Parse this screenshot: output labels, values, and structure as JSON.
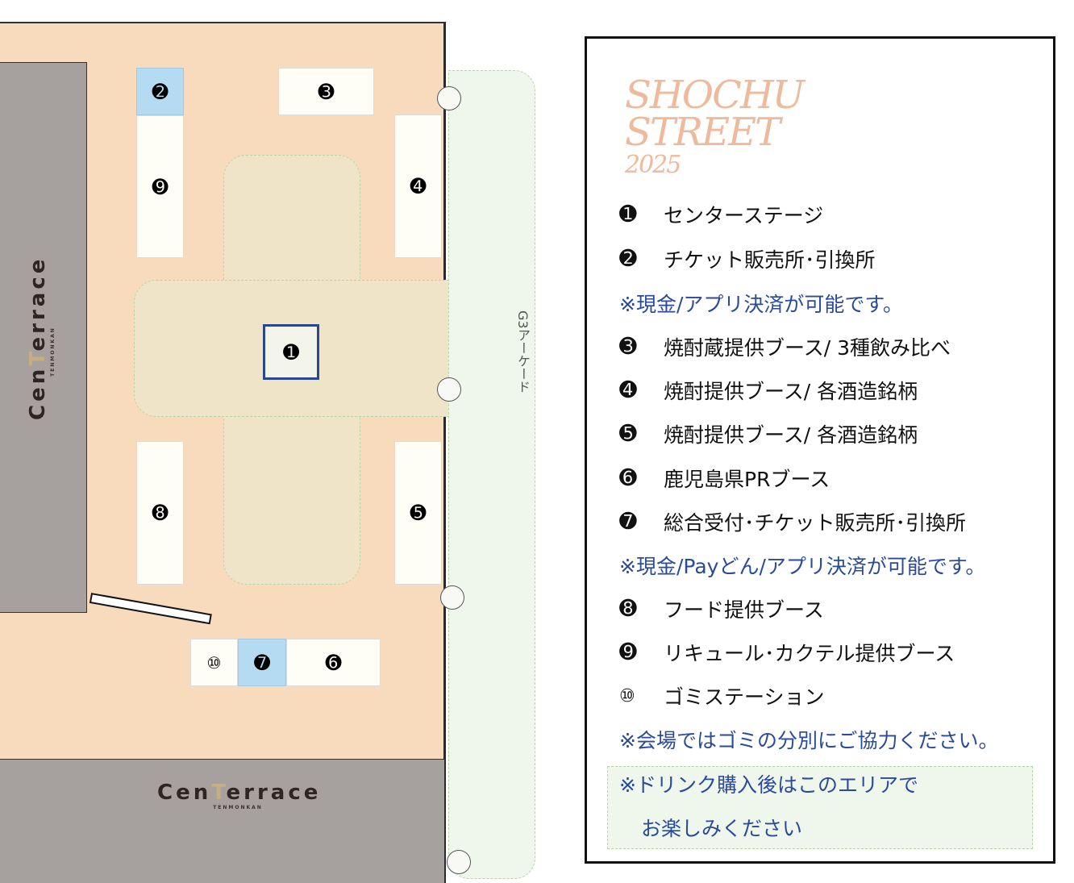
{
  "map": {
    "brand": {
      "name_before": "Cen",
      "name_t": "T",
      "name_after": "errace",
      "sub": "TENMONKAN"
    },
    "arcade_label": "G3アーケード",
    "booths": [
      {
        "id": 1,
        "glyph": "➊",
        "highlight": false
      },
      {
        "id": 2,
        "glyph": "➋",
        "highlight": true
      },
      {
        "id": 3,
        "glyph": "➌",
        "highlight": false
      },
      {
        "id": 4,
        "glyph": "➍",
        "highlight": false
      },
      {
        "id": 5,
        "glyph": "➎",
        "highlight": false
      },
      {
        "id": 6,
        "glyph": "➏",
        "highlight": false
      },
      {
        "id": 7,
        "glyph": "➐",
        "highlight": true
      },
      {
        "id": 8,
        "glyph": "➑",
        "highlight": false
      },
      {
        "id": 9,
        "glyph": "➒",
        "highlight": false
      },
      {
        "id": 10,
        "glyph": "⑩",
        "highlight": false
      }
    ],
    "colors": {
      "venue": "#f8dbbd",
      "building": "#a6a19f",
      "booth": "#fefdf6",
      "booth_highlight": "#b4dbf1",
      "area": "#efe4c8",
      "arcade": "#eff7ec",
      "stage_border": "#2a4892"
    }
  },
  "legend": {
    "title_line1": "SHOCHU",
    "title_line2": "STREET",
    "title_year": "2025",
    "items": [
      {
        "bullet": "➊",
        "label": "センターステージ"
      },
      {
        "bullet": "➋",
        "label": "チケット販売所･引換所"
      },
      {
        "note": "※現金/アプリ決済が可能です。"
      },
      {
        "bullet": "➌",
        "label": "焼酎蔵提供ブース/ 3種飲み比べ"
      },
      {
        "bullet": "➍",
        "label": "焼酎提供ブース/ 各酒造銘柄"
      },
      {
        "bullet": "➎",
        "label": "焼酎提供ブース/ 各酒造銘柄"
      },
      {
        "bullet": "➏",
        "label": "鹿児島県PRブース"
      },
      {
        "bullet": "➐",
        "label": "総合受付･チケット販売所･引換所"
      },
      {
        "note": "※現金/Payどん/アプリ決済が可能です。"
      },
      {
        "bullet": "➑",
        "label": "フード提供ブース"
      },
      {
        "bullet": "➒",
        "label": "リキュール･カクテル提供ブース"
      },
      {
        "bullet": "⑩",
        "label": "ゴミステーション"
      },
      {
        "note": "※会場ではゴミの分別にご協力ください。"
      }
    ],
    "drink_area_note_line1": "※ドリンク購入後はこのエリアで",
    "drink_area_note_line2": "お楽しみください",
    "colors": {
      "title": "#efb99c",
      "note": "#2a4a9a"
    }
  }
}
